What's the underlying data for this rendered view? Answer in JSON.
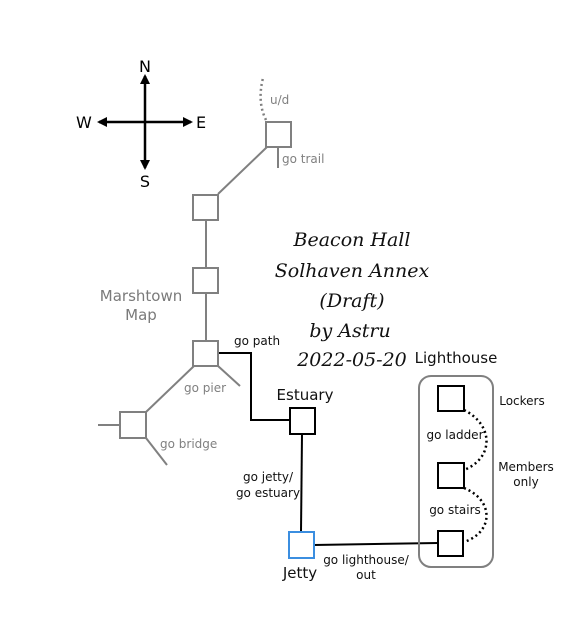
{
  "title_lines": [
    "Beacon Hall",
    "Solhaven Annex",
    "(Draft)",
    "by Astru",
    "2022-05-20"
  ],
  "compass": {
    "n": "N",
    "s": "S",
    "e": "E",
    "w": "W"
  },
  "region_label": [
    "Marshtown",
    "Map"
  ],
  "rooms": {
    "estuary": "Estuary",
    "jetty": "Jetty",
    "lighthouse": "Lighthouse",
    "lockers": "Lockers",
    "members": [
      "Members",
      "only"
    ]
  },
  "paths": {
    "ud": "u/d",
    "trail": "go trail",
    "pier": "go pier",
    "bridge": "go bridge",
    "path": "go path",
    "jetty_estuary": [
      "go jetty/",
      "go estuary"
    ],
    "lighthouse_out": [
      "go lighthouse/",
      "out"
    ],
    "ladder": "go ladder",
    "stairs": "go stairs"
  },
  "colors": {
    "active_room": "#3b8ee0",
    "gray_room": "#808080",
    "black_room": "#000000"
  }
}
